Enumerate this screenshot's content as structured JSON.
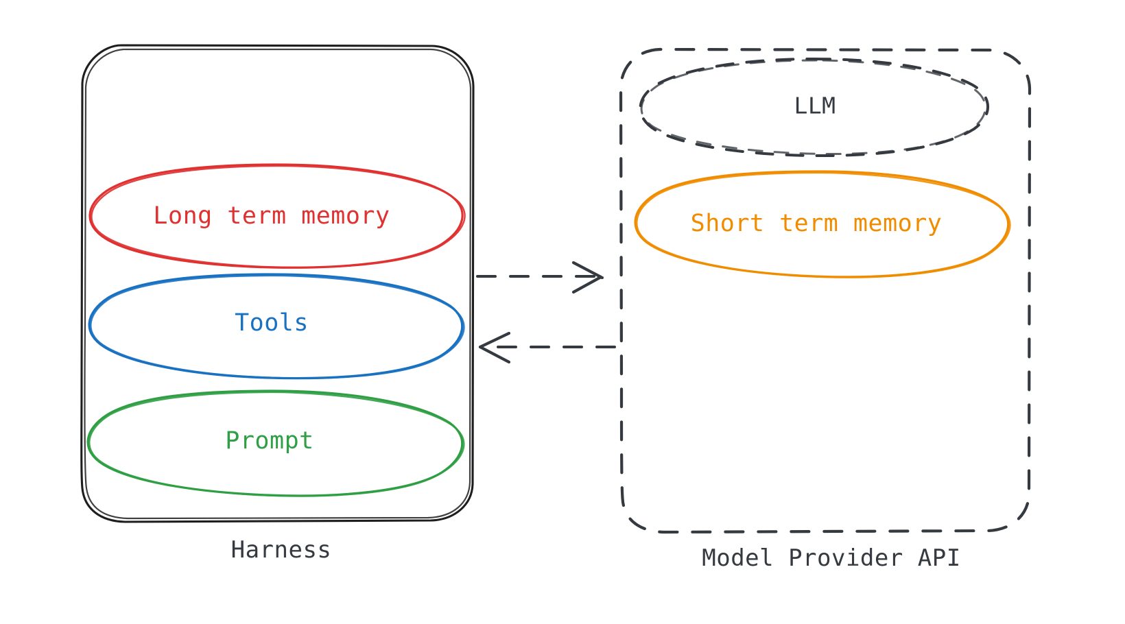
{
  "diagram": {
    "title": "Agent harness and model provider architecture",
    "colors": {
      "red": "#e03131",
      "blue": "#1971c2",
      "green": "#2f9e44",
      "orange": "#f08c00",
      "dark": "#343a40",
      "black": "#1e1e1e",
      "background": "#ffffff"
    },
    "containers": [
      {
        "id": "harness",
        "caption": "Harness",
        "stroke": "solid",
        "color": "#1e1e1e"
      },
      {
        "id": "model-provider-api",
        "caption": "Model Provider API",
        "stroke": "dashed",
        "color": "#343a40"
      }
    ],
    "nodes": [
      {
        "id": "long-term-memory",
        "label": "Long term memory",
        "shape": "ellipse",
        "stroke": "solid",
        "color": "#e03131",
        "parent": "harness"
      },
      {
        "id": "tools",
        "label": "Tools",
        "shape": "ellipse",
        "stroke": "solid",
        "color": "#1971c2",
        "parent": "harness"
      },
      {
        "id": "prompt",
        "label": "Prompt",
        "shape": "ellipse",
        "stroke": "solid",
        "color": "#2f9e44",
        "parent": "harness"
      },
      {
        "id": "llm",
        "label": "LLM",
        "shape": "ellipse",
        "stroke": "dashed",
        "color": "#343a40",
        "parent": "model-provider-api"
      },
      {
        "id": "short-term-memory",
        "label": "Short term memory",
        "shape": "ellipse",
        "stroke": "solid",
        "color": "#f08c00",
        "parent": "model-provider-api"
      }
    ],
    "connectors": [
      {
        "id": "harness-to-api",
        "from": "harness",
        "to": "model-provider-api",
        "style": "dashed",
        "arrowhead": "end",
        "direction": "right",
        "label": "",
        "color": "#343a40"
      },
      {
        "id": "api-to-harness",
        "from": "model-provider-api",
        "to": "harness",
        "style": "dashed",
        "arrowhead": "end",
        "direction": "left",
        "label": "",
        "color": "#343a40"
      }
    ]
  }
}
